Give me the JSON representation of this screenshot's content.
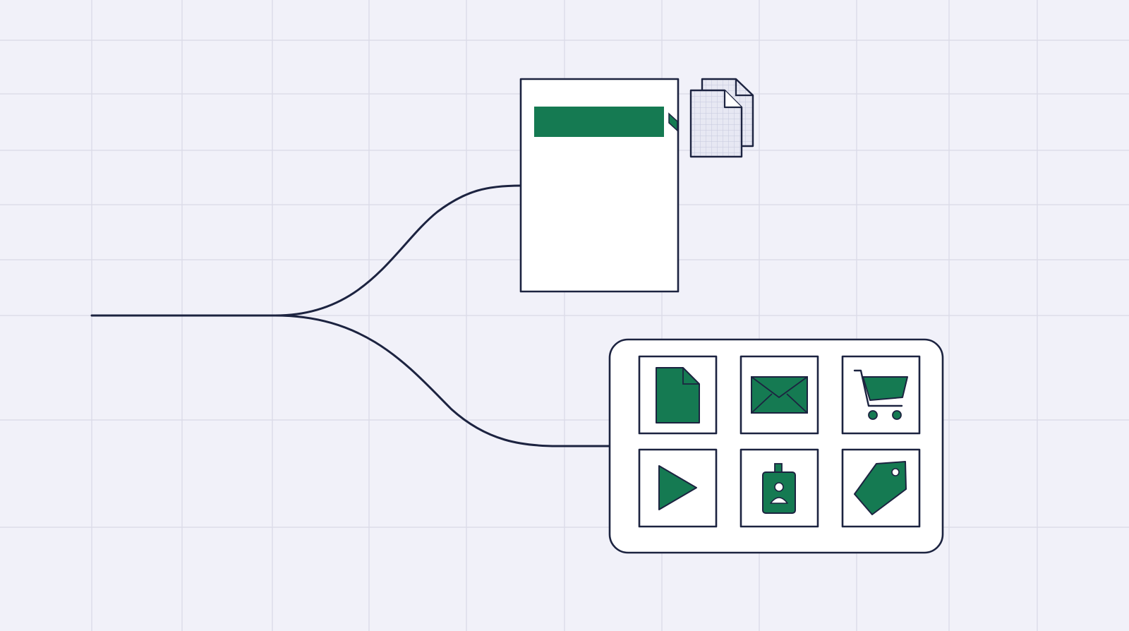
{
  "colors": {
    "background": "#f1f1f9",
    "grid": "#d9d9e6",
    "stroke": "#1c2340",
    "accent": "#157a52",
    "panel": "#ffffff",
    "sheet": "#e7e8f3"
  },
  "diagram": {
    "source_line": "trunk-line",
    "branches": [
      "branch-to-document",
      "branch-to-icon-panel"
    ],
    "document_card": {
      "highlight_bar": "green-header-bar",
      "attached": "copy-files-icon"
    },
    "icon_panel": {
      "icons": [
        {
          "name": "file-icon"
        },
        {
          "name": "envelope-icon"
        },
        {
          "name": "shopping-cart-icon"
        },
        {
          "name": "play-icon"
        },
        {
          "name": "id-badge-icon"
        },
        {
          "name": "price-tag-icon"
        }
      ]
    }
  }
}
